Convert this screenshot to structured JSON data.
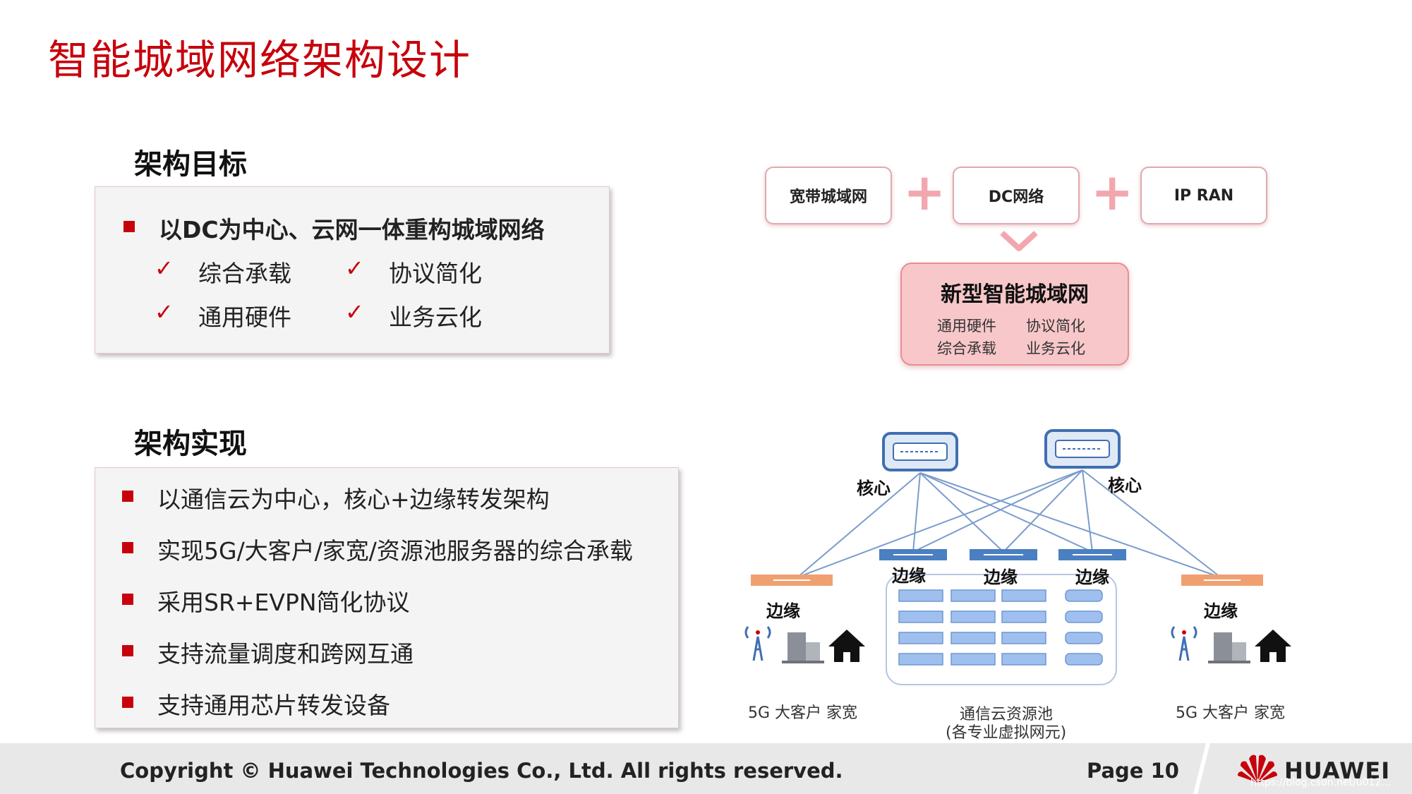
{
  "title": "智能城域网络架构设计",
  "goal": {
    "heading": "架构目标",
    "main": "以DC为中心、云网一体重构城域网络",
    "checks": [
      "综合承载",
      "协议简化",
      "通用硬件",
      "业务云化"
    ]
  },
  "impl": {
    "heading": "架构实现",
    "items": [
      "以通信云为中心，核心+边缘转发架构",
      "实现5G/大客户/家宽/资源池服务器的综合承载",
      "采用SR+EVPN简化协议",
      "支持流量调度和跨网互通",
      "支持通用芯片转发设备"
    ]
  },
  "top_diagram": {
    "boxes": [
      "宽带城域网",
      "DC网络",
      "IP RAN"
    ],
    "plus": "+",
    "result_title": "新型智能城域网",
    "result_items": [
      "通用硬件",
      "协议简化",
      "综合承载",
      "业务云化"
    ]
  },
  "network": {
    "core_label": "核心",
    "edge_label": "边缘",
    "access_caption": "5G 大客户 家宽",
    "pool_caption": "通信云资源池",
    "pool_sub": "(各专业虚拟网元)"
  },
  "footer": {
    "copyright": "Copyright © Huawei Technologies Co., Ltd. All rights reserved.",
    "page": "Page 10",
    "brand": "HUAWEI",
    "watermark": "https://blog.csdn.net/u012..."
  },
  "colors": {
    "accent": "#c7000b",
    "pink": "#f7c7c9",
    "switch_blue": "#4a7fc1",
    "edge_orange": "#f0a070"
  }
}
